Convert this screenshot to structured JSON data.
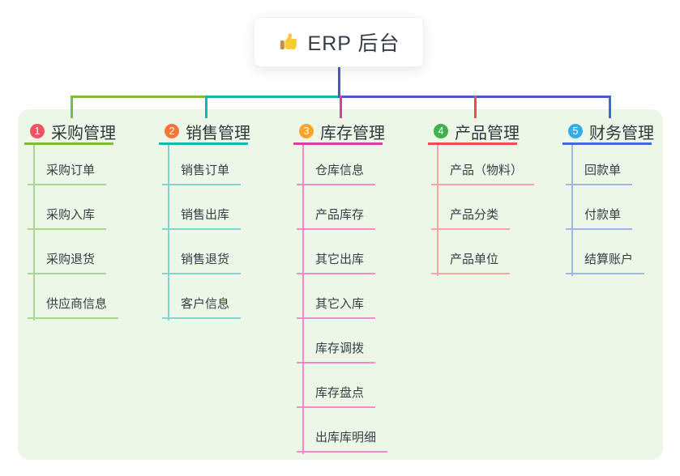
{
  "root": {
    "icon": "thumbs-up",
    "title": "ERP 后台"
  },
  "branches": [
    {
      "badge": "1",
      "label": "采购管理",
      "badge_color": "#F25263",
      "line_color": "#7EBB40",
      "child_line_color": "#A8D78F",
      "children": [
        "采购订单",
        "采购入库",
        "采购退货",
        "供应商信息"
      ]
    },
    {
      "badge": "2",
      "label": "销售管理",
      "badge_color": "#F87437",
      "line_color": "#12B7AE",
      "child_line_color": "#82D4CD",
      "children": [
        "销售订单",
        "销售出库",
        "销售退货",
        "客户信息"
      ]
    },
    {
      "badge": "3",
      "label": "库存管理",
      "badge_color": "#FFA428",
      "line_color": "#D63FA6",
      "child_line_color": "#EF8CC9",
      "children": [
        "仓库信息",
        "产品库存",
        "其它出库",
        "其它入库",
        "库存调拨",
        "库存盘点",
        "出库库明细"
      ]
    },
    {
      "badge": "4",
      "label": "产品管理",
      "badge_color": "#3FB14E",
      "line_color": "#F04A52",
      "child_line_color": "#F8A5A8",
      "children": [
        "产品（物料）",
        "产品分类",
        "产品单位"
      ]
    },
    {
      "badge": "5",
      "label": "财务管理",
      "badge_color": "#37ADE8",
      "line_color": "#3E6AD6",
      "child_line_color": "#9FB5E5",
      "children": [
        "回款单",
        "付款单",
        "结算账户"
      ]
    }
  ],
  "colors": {
    "canvas_bg": "#FFFFFF",
    "panel_bg": "#ECF7E8",
    "root_connector": "#4A58C6",
    "header_text": "#33373D",
    "child_text": "#3A3E44"
  }
}
